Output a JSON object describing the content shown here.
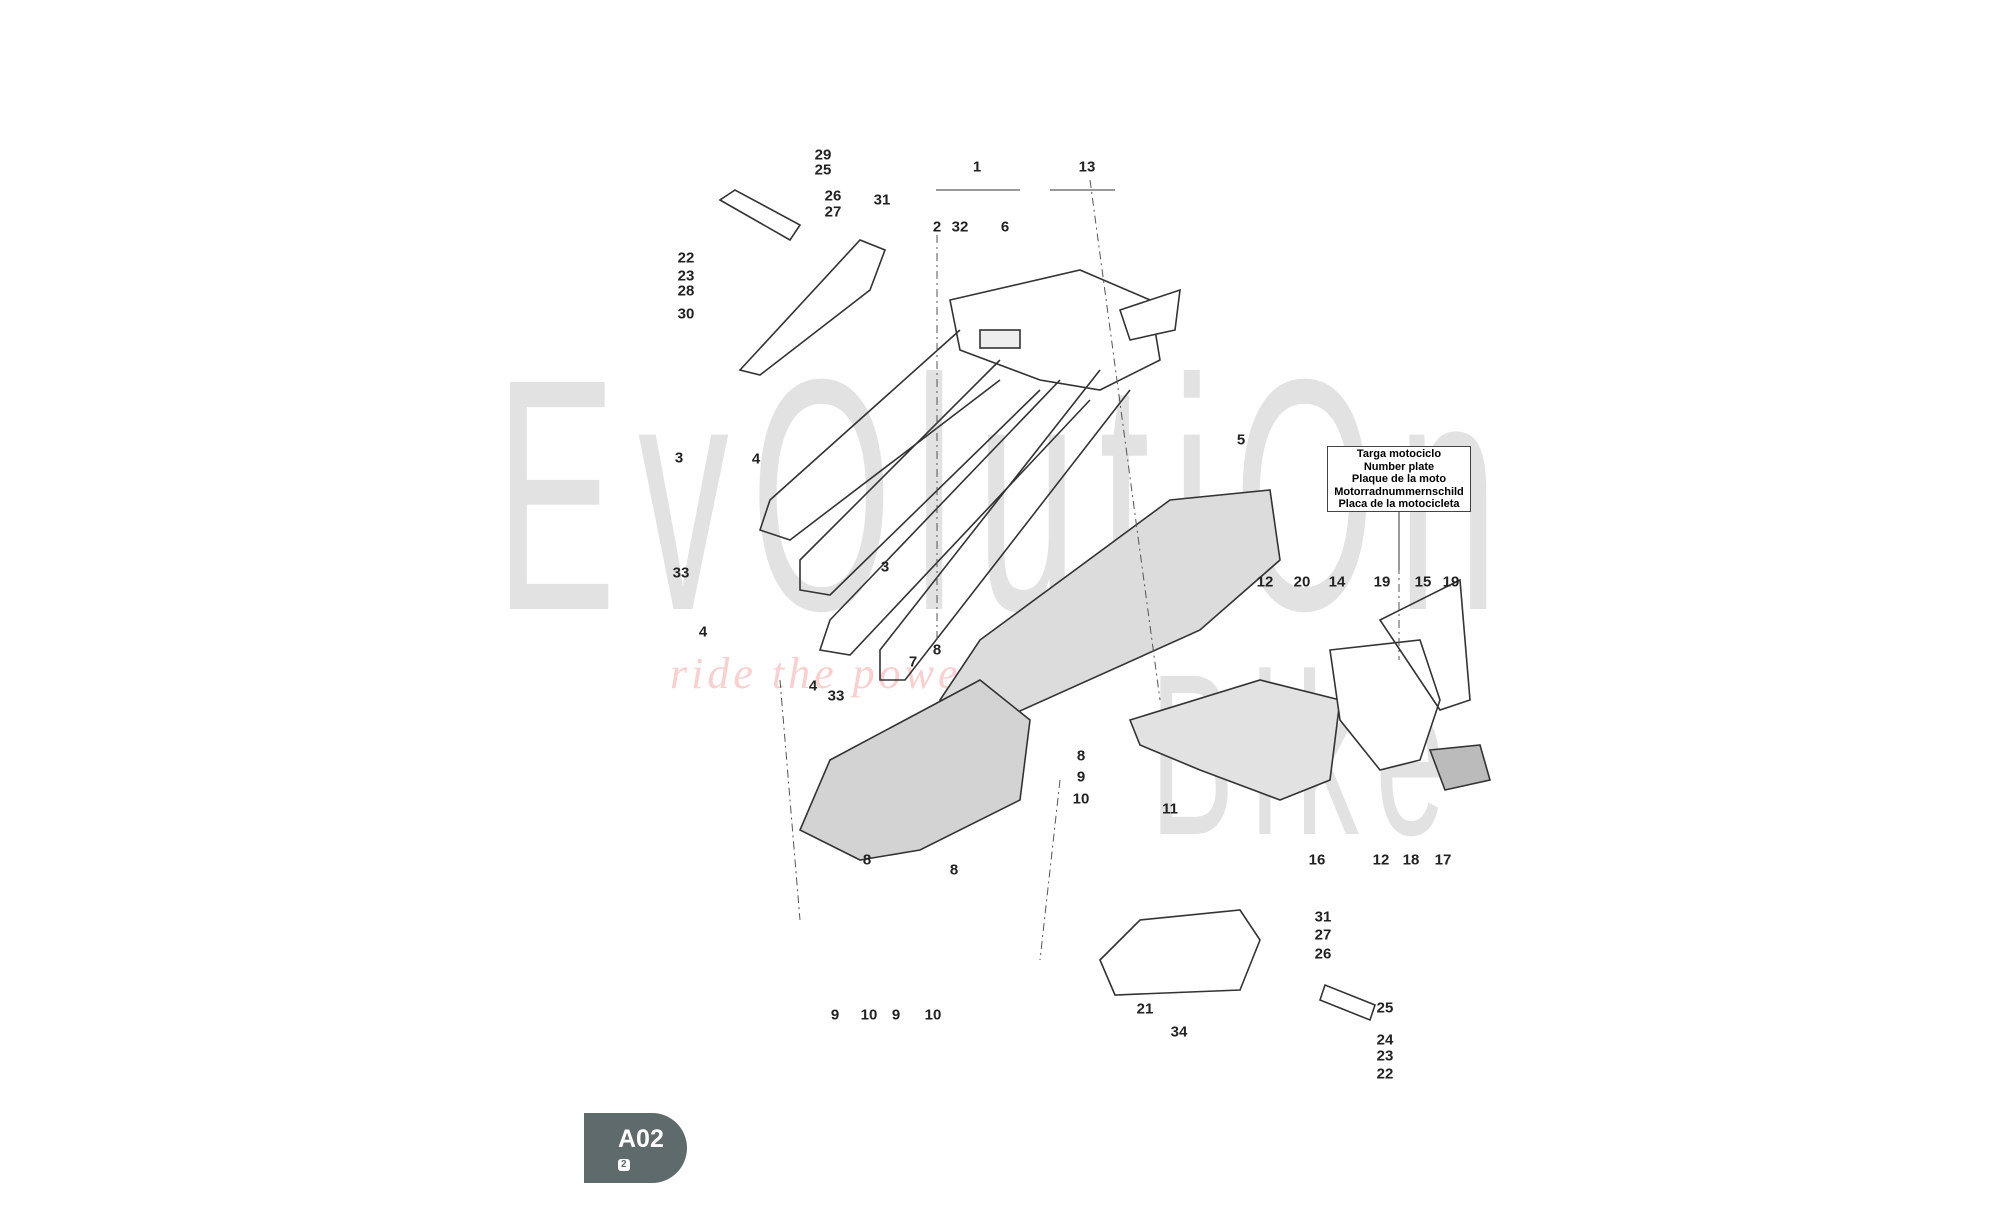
{
  "watermark": {
    "brand_main": "EvOlutiOn",
    "brand_sub": "Bike",
    "tagline": "ride the power"
  },
  "number_plate_note": [
    "Targa motociclo",
    "Number plate",
    "Plaque de la moto",
    "Motorradnummernschild",
    "Placa de la motocicleta"
  ],
  "page_badge": {
    "code": "A02",
    "page": "2"
  },
  "callouts": [
    "29",
    "25",
    "26",
    "27",
    "31",
    "22",
    "23",
    "28",
    "30",
    "1",
    "13",
    "2",
    "32",
    "6",
    "5",
    "3",
    "4",
    "33",
    "3",
    "4",
    "8",
    "7",
    "4",
    "33",
    "12",
    "20",
    "14",
    "19",
    "15",
    "19",
    "8",
    "9",
    "10",
    "11",
    "8",
    "8",
    "16",
    "12",
    "18",
    "17",
    "31",
    "27",
    "26",
    "25",
    "21",
    "34",
    "24",
    "23",
    "22",
    "9",
    "10",
    "9",
    "10"
  ]
}
